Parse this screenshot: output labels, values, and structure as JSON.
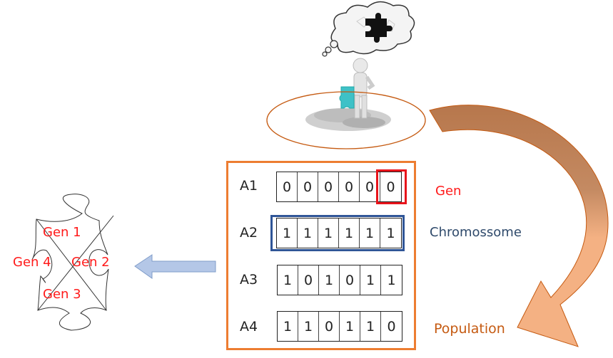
{
  "population": {
    "rows": [
      {
        "label": "A1",
        "bits": [
          "0",
          "0",
          "0",
          "0",
          "0",
          "0"
        ]
      },
      {
        "label": "A2",
        "bits": [
          "1",
          "1",
          "1",
          "1",
          "1",
          "1"
        ]
      },
      {
        "label": "A3",
        "bits": [
          "1",
          "0",
          "1",
          "0",
          "1",
          "1"
        ]
      },
      {
        "label": "A4",
        "bits": [
          "1",
          "1",
          "0",
          "1",
          "1",
          "0"
        ]
      }
    ]
  },
  "legend": {
    "gen": "Gen",
    "chromosome": "Chromossome",
    "population": "Population"
  },
  "puzzle": {
    "genes": [
      "Gen 1",
      "Gen 2",
      "Gen 3",
      "Gen 4"
    ]
  },
  "colors": {
    "population_border": "#ED7D31",
    "gene_highlight": "#E8141B",
    "chromosome_highlight": "#2F5597",
    "arrow_left": "#B4C7E7",
    "curved_arrow": "#F4B183",
    "gene_text": "#FF1A1A",
    "population_text": "#C55A11"
  }
}
